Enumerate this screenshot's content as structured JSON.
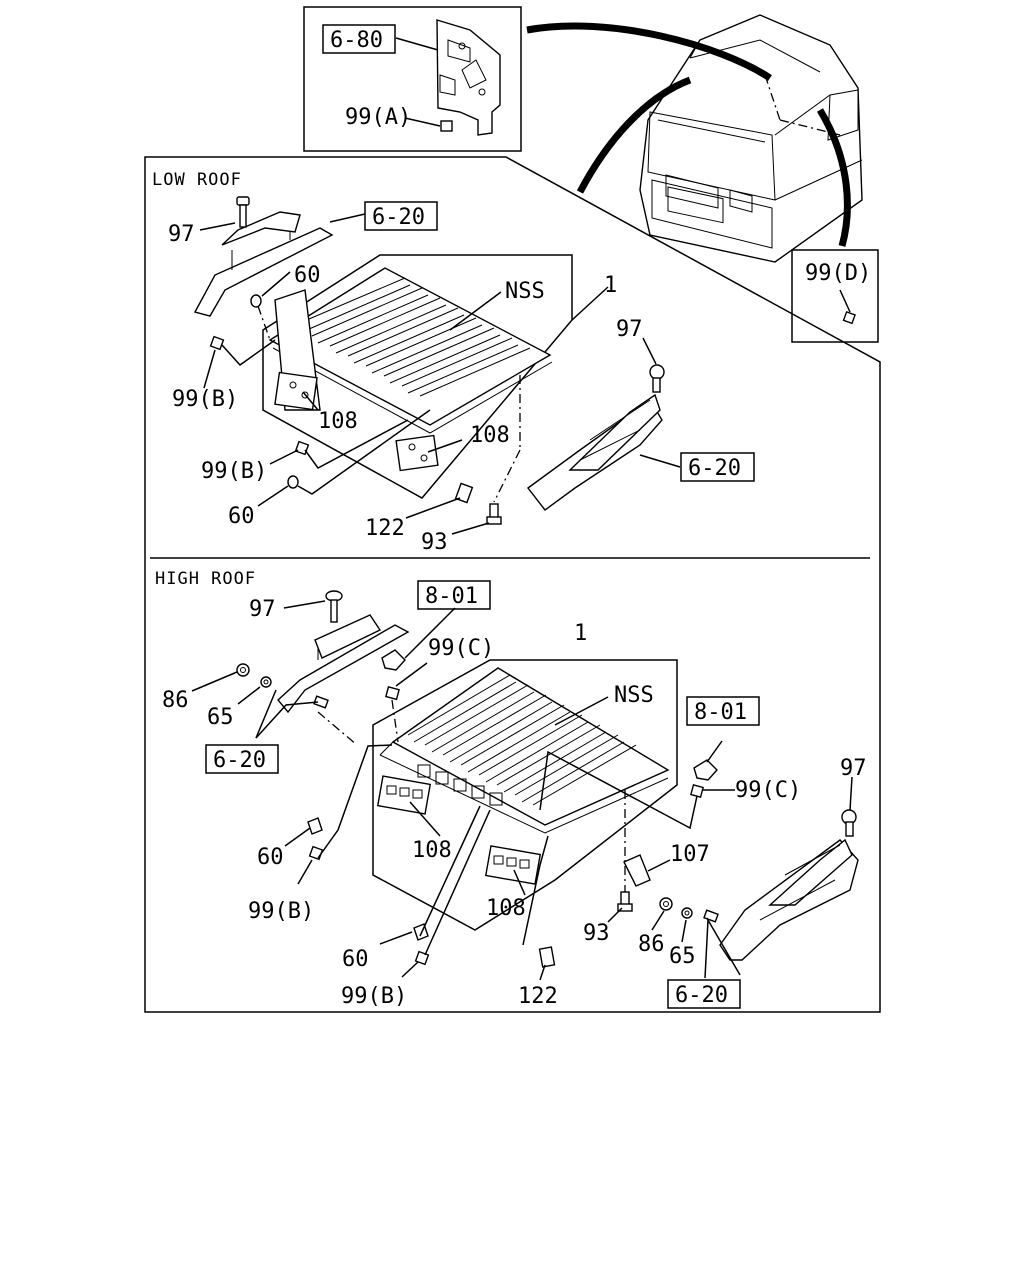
{
  "sections": {
    "low_roof": "LOW ROOF",
    "high_roof": "HIGH ROOF"
  },
  "refs": {
    "r680": "6-80",
    "low_620_top": "6-20",
    "low_620_right": "6-20",
    "high_801_top": "8-01",
    "high_801_right": "8-01",
    "high_620_left": "6-20",
    "high_620_bottom": "6-20"
  },
  "callouts": {
    "top_99a": "99(A)",
    "top_99d": "99(D)",
    "low_97_left": "97",
    "low_60_top": "60",
    "low_nss": "NSS",
    "low_1": "1",
    "low_97_right": "97",
    "low_99b_left": "99(B)",
    "low_108_left": "108",
    "low_108_right": "108",
    "low_99b_mid": "99(B)",
    "low_60_bottom": "60",
    "low_122": "122",
    "low_93": "93",
    "high_97_left": "97",
    "high_99c_top": "99(C)",
    "high_1": "1",
    "high_86_left": "86",
    "high_65_left": "65",
    "high_nss": "NSS",
    "high_97_right": "97",
    "high_99c_right": "99(C)",
    "high_60_upper": "60",
    "high_108_left": "108",
    "high_107": "107",
    "high_99b_upper": "99(B)",
    "high_108_right": "108",
    "high_93": "93",
    "high_86_right": "86",
    "high_65_right": "65",
    "high_60_lower": "60",
    "high_99b_lower": "99(B)",
    "high_122": "122"
  }
}
